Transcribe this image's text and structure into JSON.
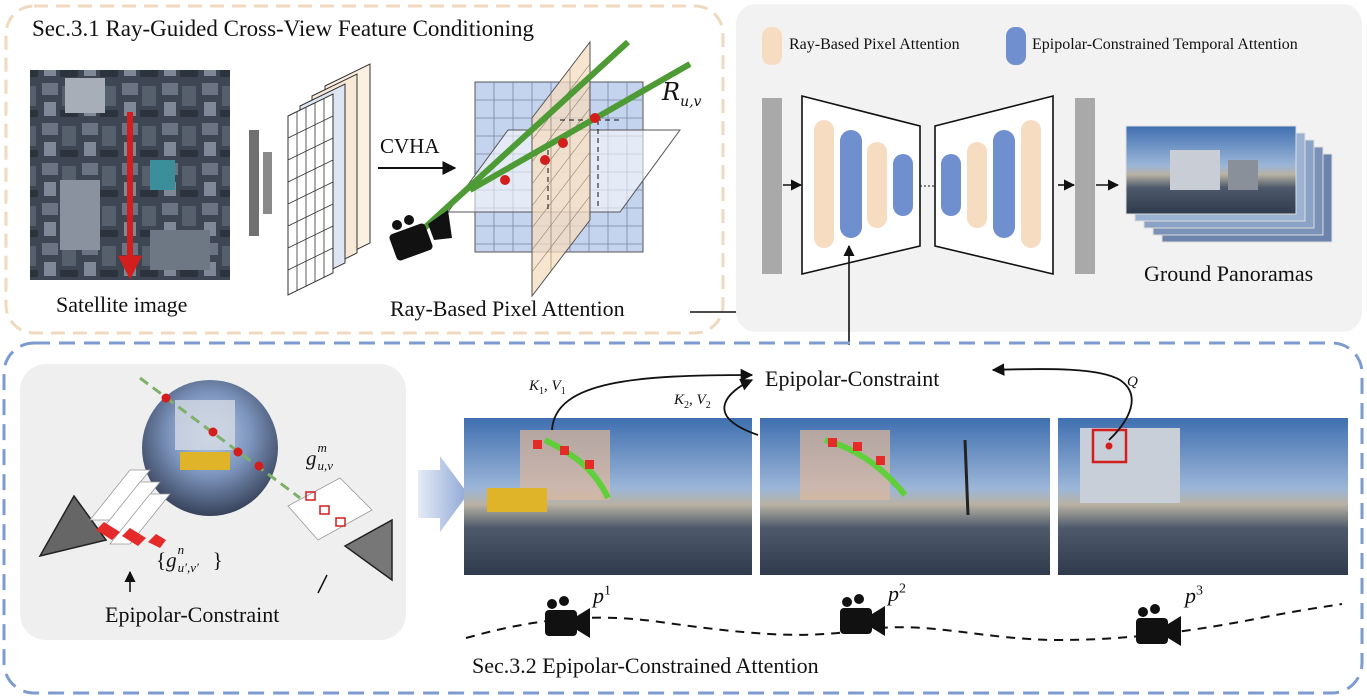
{
  "section1": {
    "title": "Sec.3.1 Ray-Guided Cross-View Feature Conditioning",
    "satellite_caption": "Satellite image",
    "cvha_label": "CVHA",
    "ray_label": "Ray-Based Pixel Attention",
    "ray_symbol_main": "R",
    "ray_symbol_sub": "u,v"
  },
  "legend": {
    "ray_attention": "Ray-Based Pixel Attention",
    "epipolar_attention": "Epipolar-Constrained Temporal Attention",
    "ray_color": "#f6dcc0",
    "epipolar_color": "#6f8fce"
  },
  "unet": {
    "output_caption": "Ground Panoramas"
  },
  "section2": {
    "title": "Sec.3.2 Epipolar-Constrained Attention",
    "left_panel_caption": "Epipolar-Constraint",
    "center_label": "Epipolar-Constraint",
    "g_target": {
      "base": "g",
      "sup": "m",
      "sub": "u,v"
    },
    "g_set": {
      "open": "{",
      "base": "g",
      "sup": "n",
      "sub": "u′,v′",
      "close": "}"
    },
    "kv1": {
      "k": "K",
      "k_sub": "1",
      "v": "V",
      "v_sub": "1"
    },
    "kv2": {
      "k": "K",
      "k_sub": "2",
      "v": "V",
      "v_sub": "2"
    },
    "query": "Q",
    "poses": [
      {
        "base": "p",
        "sup": "1"
      },
      {
        "base": "p",
        "sup": "2"
      },
      {
        "base": "p",
        "sup": "3"
      }
    ]
  },
  "colors": {
    "section1_border": "#efd9bf",
    "section2_border": "#7d9ad1",
    "panel_gray": "#f2f2f2",
    "ray_green": "#4e9a35",
    "arrow_red": "#d41d1d"
  }
}
